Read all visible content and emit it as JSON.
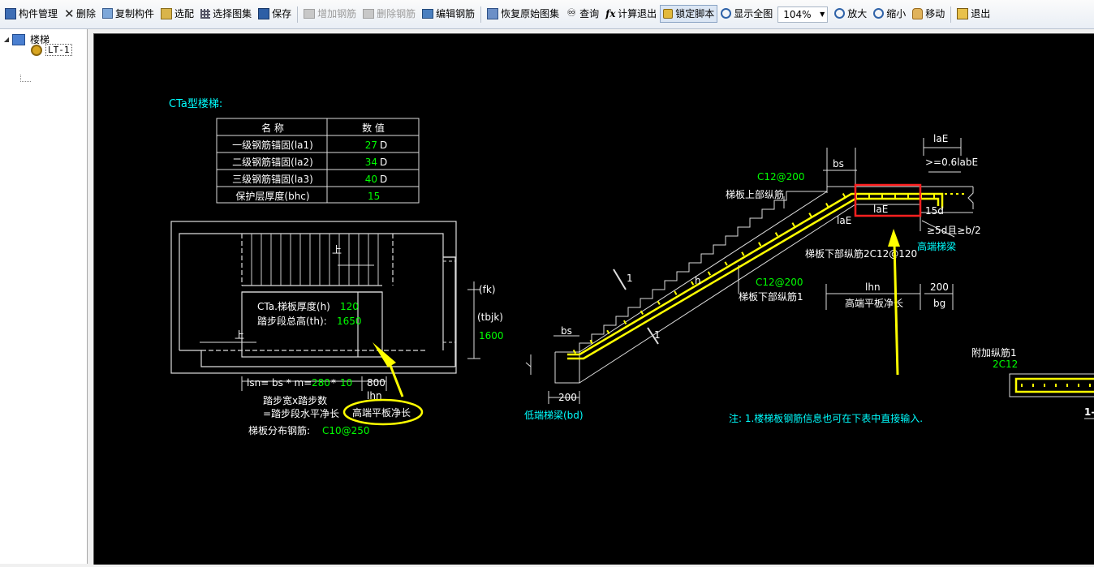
{
  "toolbar": {
    "items": [
      {
        "label": "构件管理",
        "icon": "component-manager-icon"
      },
      {
        "label": "删除",
        "icon": "delete-icon"
      },
      {
        "label": "复制构件",
        "icon": "copy-icon"
      },
      {
        "label": "选配",
        "icon": "select-icon"
      },
      {
        "label": "选择图集",
        "icon": "atlas-icon"
      },
      {
        "label": "保存",
        "icon": "save-icon"
      },
      {
        "label": "增加钢筋",
        "icon": "add-rebar-icon"
      },
      {
        "label": "删除钢筋",
        "icon": "delete-rebar-icon"
      },
      {
        "label": "编辑钢筋",
        "icon": "edit-rebar-icon"
      },
      {
        "label": "恢复原始图集",
        "icon": "restore-icon"
      },
      {
        "label": "查询",
        "icon": "binoculars-icon"
      },
      {
        "label": "计算退出",
        "icon": "fx-icon"
      },
      {
        "label": "锁定脚本",
        "icon": "lock-icon"
      },
      {
        "label": "显示全图",
        "icon": "fit-view-icon"
      },
      {
        "label": "放大",
        "icon": "zoom-in-icon"
      },
      {
        "label": "缩小",
        "icon": "zoom-out-icon"
      },
      {
        "label": "移动",
        "icon": "hand-icon"
      },
      {
        "label": "退出",
        "icon": "exit-icon"
      }
    ],
    "zoom_value": "104%"
  },
  "tree": {
    "root": "楼梯",
    "child": "LT-1"
  },
  "drawing": {
    "title": "CTa型楼梯:",
    "table": {
      "headers": [
        "名  称",
        "数  值"
      ],
      "rows": [
        {
          "name": "一级钢筋锚固(la1)",
          "value": "27",
          "unit": "D"
        },
        {
          "name": "二级钢筋锚固(la2)",
          "value": "34",
          "unit": "D"
        },
        {
          "name": "三级钢筋锚固(la3)",
          "value": "40",
          "unit": "D"
        },
        {
          "name": "保护层厚度(bhc)",
          "value": "15",
          "unit": ""
        }
      ]
    },
    "plan": {
      "up1": "上",
      "up2": "上",
      "thick_label": "CTa.梯板厚度(h)",
      "thick_value": "120",
      "height_label": "踏步段总高(th):",
      "height_value": "1650",
      "fk": "(fk)",
      "tbjk": "(tbjk)",
      "tbjk_value": "1600",
      "lsn_label": "lsn= bs * m=",
      "bs_value": "280",
      "star": "*",
      "m_value": "10",
      "seg_value": "800",
      "lhn": "lhn",
      "note1": "踏步宽x踏步数",
      "note2": "=踏步段水平净长",
      "highlight": "高端平板净长",
      "dist_label": "梯板分布钢筋:",
      "dist_value": "C10@250"
    },
    "section": {
      "laE_top": "laE",
      "ge": ">=0.6labE",
      "bs": "bs",
      "top_rebar": "C12@200",
      "top_label": "梯板上部纵筋",
      "laE_a": "laE",
      "laE_b": "laE",
      "d15": "15d",
      "d5": "≥5d且≥b/2",
      "high_beam": "高端梯梁",
      "bottom2": "梯板下部纵筋2C12@120",
      "h": "h",
      "bottom1_rebar": "C12@200",
      "bottom1_label": "梯板下部纵筋1",
      "lhn": "lhn",
      "bg_value": "200",
      "bg": "bg",
      "high_plate": "高端平板净长",
      "cut1": "1",
      "cut2": "1",
      "bs_low": "bs",
      "bd_value": "200",
      "low_beam": "低端梯梁(bd)",
      "note": "注: 1.楼梯板钢筋信息也可在下表中直接输入.",
      "extra": "附加纵筋1",
      "extra_value": "2C12",
      "sec_label": "1-"
    }
  },
  "colors": {
    "cad_bg": "#000000",
    "cad_line": "#ffffff",
    "cad_green": "#00ff00",
    "cad_cyan": "#00ffff",
    "rebar_yellow": "#ffff00",
    "mark_red": "#ff2020"
  }
}
